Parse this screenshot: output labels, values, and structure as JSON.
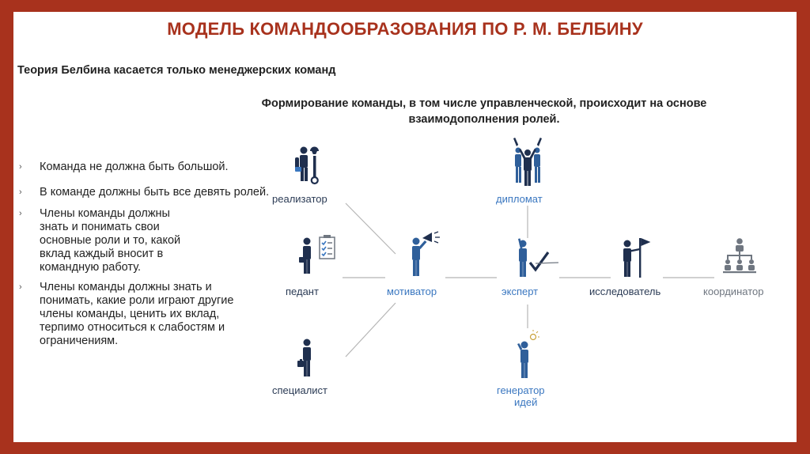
{
  "title": "МОДЕЛЬ КОМАНДООБРАЗОВАНИЯ ПО Р. М. БЕЛБИНУ",
  "subtitle": "Теория Белбина касается только менеджерских команд",
  "formation": {
    "line1": "Формирование команды, в том числе управленческой, происходит на основе",
    "line2": "взаимодополнения ролей."
  },
  "bullets": [
    "Команда не должна быть большой.",
    "В команде должны быть все девять ролей.",
    "Члены команды должны знать и понимать свои основные роли и то, какой вклад каждый вносит в командную работу.",
    "Члены команды должны знать и понимать, какие роли играют другие члены команды, ценить их вклад, терпимо относиться к слабостям и ограничениям."
  ],
  "bullet_marker": "›",
  "roles": {
    "realizator": "реализатор",
    "diplomat": "дипломат",
    "pedant": "педант",
    "motivator": "мотиватор",
    "expert": "эксперт",
    "researcher": "исследователь",
    "coordinator": "координатор",
    "specialist": "специалист",
    "generator_line1": "генератор",
    "generator_line2": "идей"
  },
  "icons": {
    "realizator": "worker-with-wrench-icon",
    "diplomat": "people-group-icon",
    "pedant": "person-with-checklist-icon",
    "motivator": "person-with-megaphone-icon",
    "expert": "person-pointing-checkmark-icon",
    "researcher": "person-with-flag-icon",
    "coordinator": "org-chart-icon",
    "specialist": "person-with-briefcase-icon",
    "generator": "person-with-lightbulb-icon"
  },
  "colors": {
    "frame": "#a8321d",
    "title": "#a8321d",
    "figure": "#1f2f4e",
    "accent_blue": "#3a77c0",
    "coordinator_gray": "#6f7680",
    "connector": "#b5b5b5"
  }
}
